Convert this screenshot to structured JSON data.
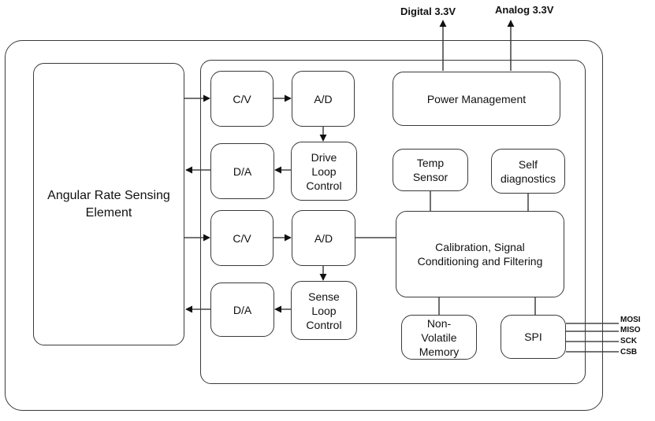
{
  "supply": {
    "digital": "Digital 3.3V",
    "analog": "Analog 3.3V"
  },
  "sensing_element": "Angular Rate Sensing\nElement",
  "blocks": {
    "cv_top": "C/V",
    "ad_top": "A/D",
    "power": "Power Management",
    "da_top": "D/A",
    "drive_loop": "Drive\nLoop\nControl",
    "temp_sensor": "Temp\nSensor",
    "self_diag": "Self\ndiagnostics",
    "cv_bottom": "C/V",
    "ad_bottom": "A/D",
    "calibration": "Calibration, Signal\nConditioning and Filtering",
    "da_bottom": "D/A",
    "sense_loop": "Sense\nLoop\nControl",
    "nvm": "Non-\nVolatile\nMemory",
    "spi": "SPI"
  },
  "pins": [
    "MOSI",
    "MISO",
    "SCK",
    "CSB"
  ]
}
